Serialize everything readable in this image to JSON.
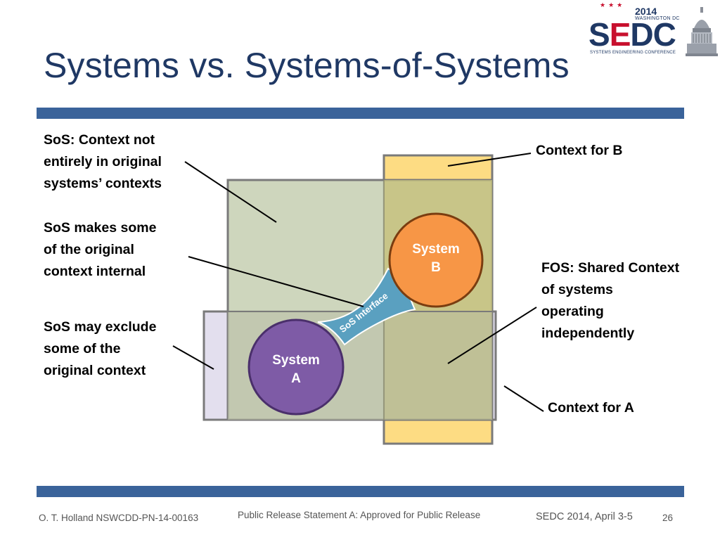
{
  "slide": {
    "title": "Systems vs. Systems-of-Systems"
  },
  "logo": {
    "year": "2014",
    "city": "WASHINGTON DC",
    "mark_s": "S",
    "mark_e": "E",
    "mark_dc": "DC",
    "conference": "SYSTEMS ENGINEERING CONFERENCE"
  },
  "labels": {
    "sos_context": "SoS: Context not\nentirely in original\nsystems’ contexts",
    "sos_internal": "SoS makes some\nof the original\ncontext internal",
    "sos_exclude": "SoS may exclude\nsome of the\noriginal context",
    "context_b": "Context for B",
    "fos": "FOS: Shared Context\nof systems\noperating\nindependently",
    "context_a": "Context for A"
  },
  "diagram": {
    "system_a_line1": "System",
    "system_a_line2": "A",
    "system_b_line1": "System",
    "system_b_line2": "B",
    "interface_label": "SoS Interface",
    "colors": {
      "context_a_fill": "#e3dfee",
      "context_b_fill": "#fddc83",
      "sos_fill": "#c5cfb2",
      "system_a": "#7e5ba6",
      "system_b": "#f79646",
      "interface": "#5aa0c0"
    }
  },
  "footer": {
    "author": "O. T. Holland NSWCDD-PN-14-00163",
    "release": "Public Release Statement A: Approved for Public Release",
    "event": "SEDC 2014, April 3-5",
    "page": "26"
  }
}
